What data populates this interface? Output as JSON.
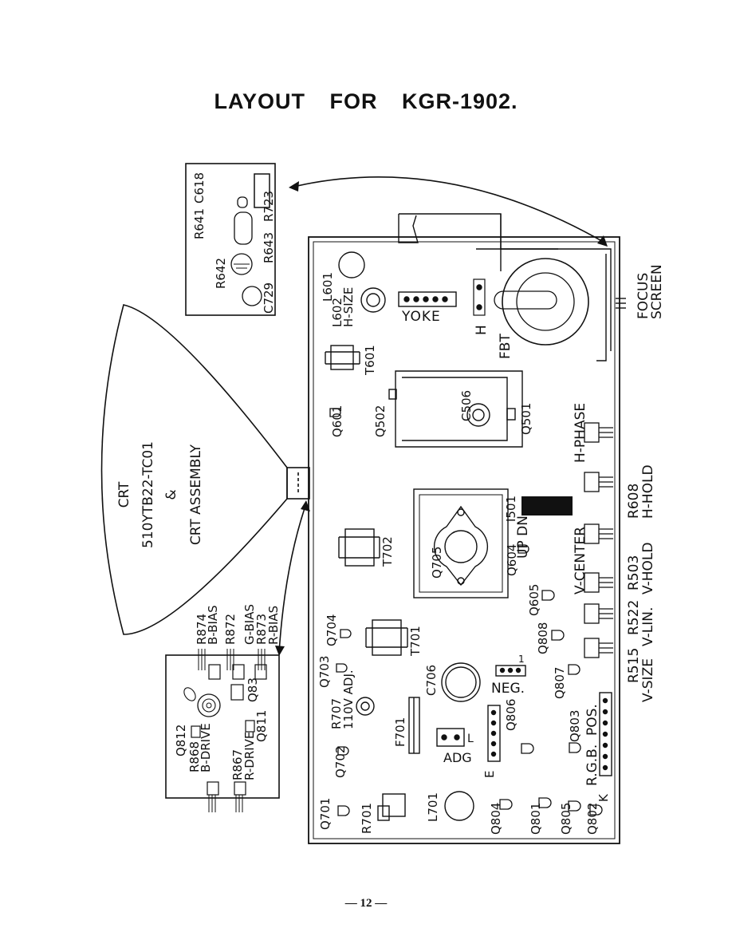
{
  "page": {
    "title": "LAYOUT FOR KGR-1902.",
    "page_number": "— 12 —"
  },
  "crt": {
    "line1": "CRT",
    "line2": "510YTB22-TC01",
    "line3": "&",
    "line4": "CRT ASSEMBLY"
  },
  "focus_board": {
    "r641": "R641",
    "c618": "C618",
    "r642": "R642",
    "r643": "R643",
    "r723": "R723",
    "c729": "C729"
  },
  "video_board": {
    "r874": "R874",
    "b_bias": "B-BIAS",
    "r872": "R872",
    "g_bias": "G-BIAS",
    "r873": "R873",
    "r_bias": "R-BIAS",
    "q812": "Q812",
    "r868": "R868",
    "b_drive": "B-DRIVE",
    "r867": "R867",
    "r_drive": "R-DRIVE",
    "q811": "Q811",
    "q83": "Q83"
  },
  "main_board": {
    "l601": "L601",
    "l602": "L602",
    "h_size": "H-SIZE",
    "yoke": "YOKE",
    "h": "H",
    "fbt": "FBT",
    "t601": "T601",
    "q601": "Q601",
    "q502": "Q502",
    "c506": "C506",
    "q501": "Q501",
    "i501": "I501",
    "q604": "Q604",
    "up_dn": "UP DN",
    "t702": "T702",
    "q705": "Q705",
    "q605": "Q605",
    "q704": "Q704",
    "t701": "T701",
    "q808": "Q808",
    "q703": "Q703",
    "c706": "C706",
    "neg": "NEG.",
    "one": "1",
    "q807": "Q807",
    "r707": "R707",
    "adj": "110V ADJ.",
    "q806": "Q806",
    "q803": "Q803",
    "pos": "POS.",
    "f701": "F701",
    "q702": "Q702",
    "adg": "ADG",
    "l": "L",
    "rgb": "R.G.B.",
    "e": "E",
    "q701": "Q701",
    "r701": "R701",
    "l701": "L701",
    "q804": "Q804",
    "q801": "Q801",
    "q805": "Q805",
    "q802": "Q802",
    "k": "K"
  },
  "controls": {
    "h_phase": "H-PHASE",
    "r608": "R608",
    "h_hold": "H-HOLD",
    "v_center": "V-CENTER",
    "r503": "R503",
    "v_hold": "V-HOLD",
    "r522": "R522",
    "v_lin": "V-LIN.",
    "r515": "R515",
    "v_size": "V-SIZE",
    "focus": "FOCUS",
    "screen": "SCREEN"
  }
}
